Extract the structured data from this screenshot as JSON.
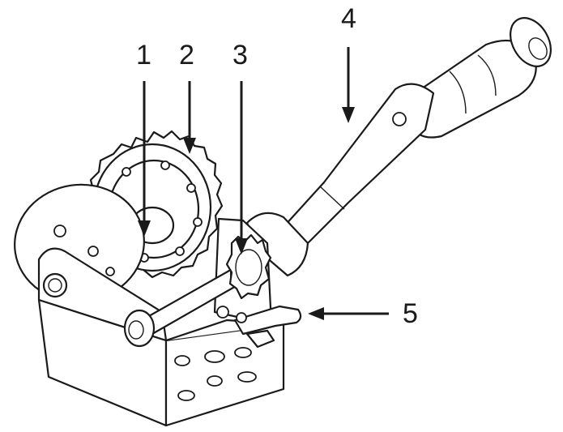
{
  "diagram": {
    "callouts": [
      {
        "id": "1",
        "label": "1"
      },
      {
        "id": "2",
        "label": "2"
      },
      {
        "id": "3",
        "label": "3"
      },
      {
        "id": "4",
        "label": "4"
      },
      {
        "id": "5",
        "label": "5"
      }
    ],
    "line_color": "#1a1a1a",
    "background": "#ffffff"
  }
}
